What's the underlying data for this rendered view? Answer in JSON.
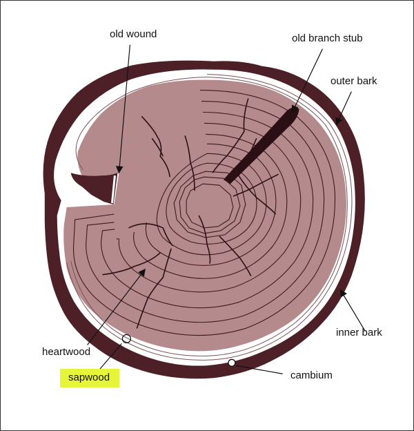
{
  "labels": {
    "old_wound": "old wound",
    "old_branch_stub": "old branch stub",
    "outer_bark": "outer bark",
    "inner_bark": "inner bark",
    "heartwood": "heartwood",
    "sapwood": "sapwood",
    "cambium": "cambium"
  },
  "colors": {
    "bark": "#4d2028",
    "wood": "#b48a8c",
    "ring_line": "#3c1a20",
    "sapwood_band": "#ffffff",
    "highlight": "#e6f53a"
  },
  "icons": [
    "arrow-icon",
    "circle-marker-icon"
  ]
}
